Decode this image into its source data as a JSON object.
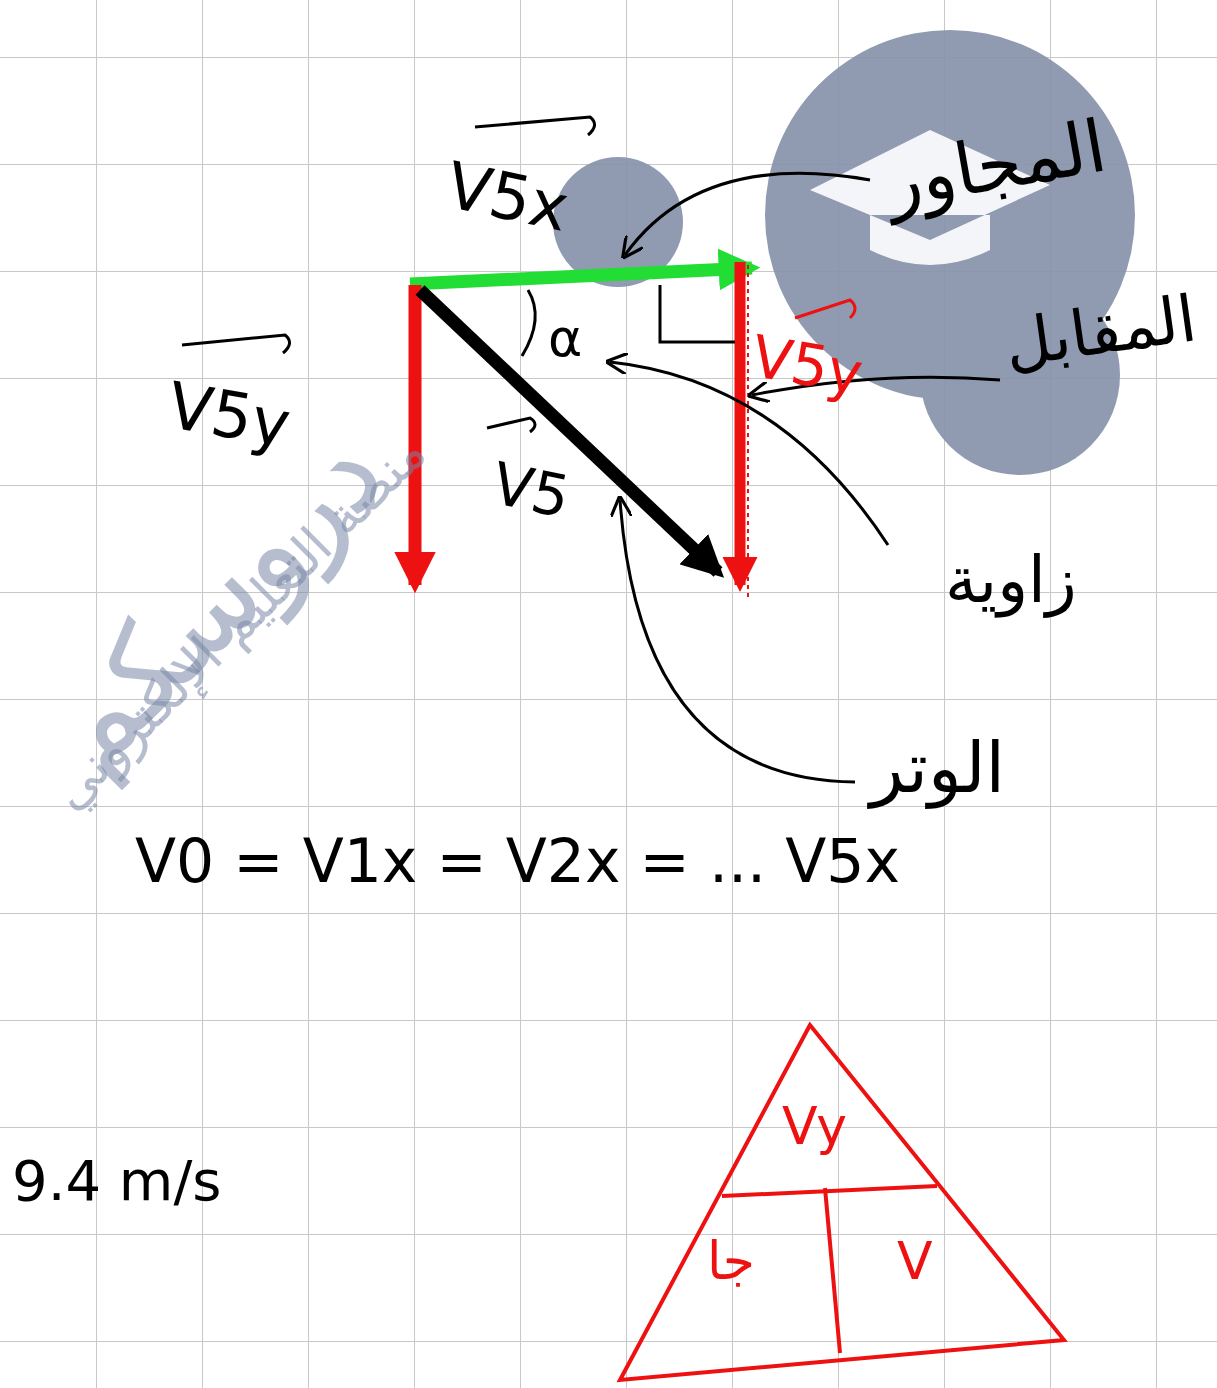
{
  "diagram": {
    "nodes": [
      {
        "text": [
          "Vy",
          "جا",
          "V"
        ]
      }
    ],
    "labels": [
      "V5x",
      "V5y",
      "α",
      "V5",
      "V5y",
      "المجاور",
      "المقابل",
      "زاوية",
      "الوتر",
      "V0 = V1x = V2x = ... V5x",
      "9.4 m/s",
      "دروسكم",
      "منصة التعليم الإلكتروني"
    ]
  }
}
